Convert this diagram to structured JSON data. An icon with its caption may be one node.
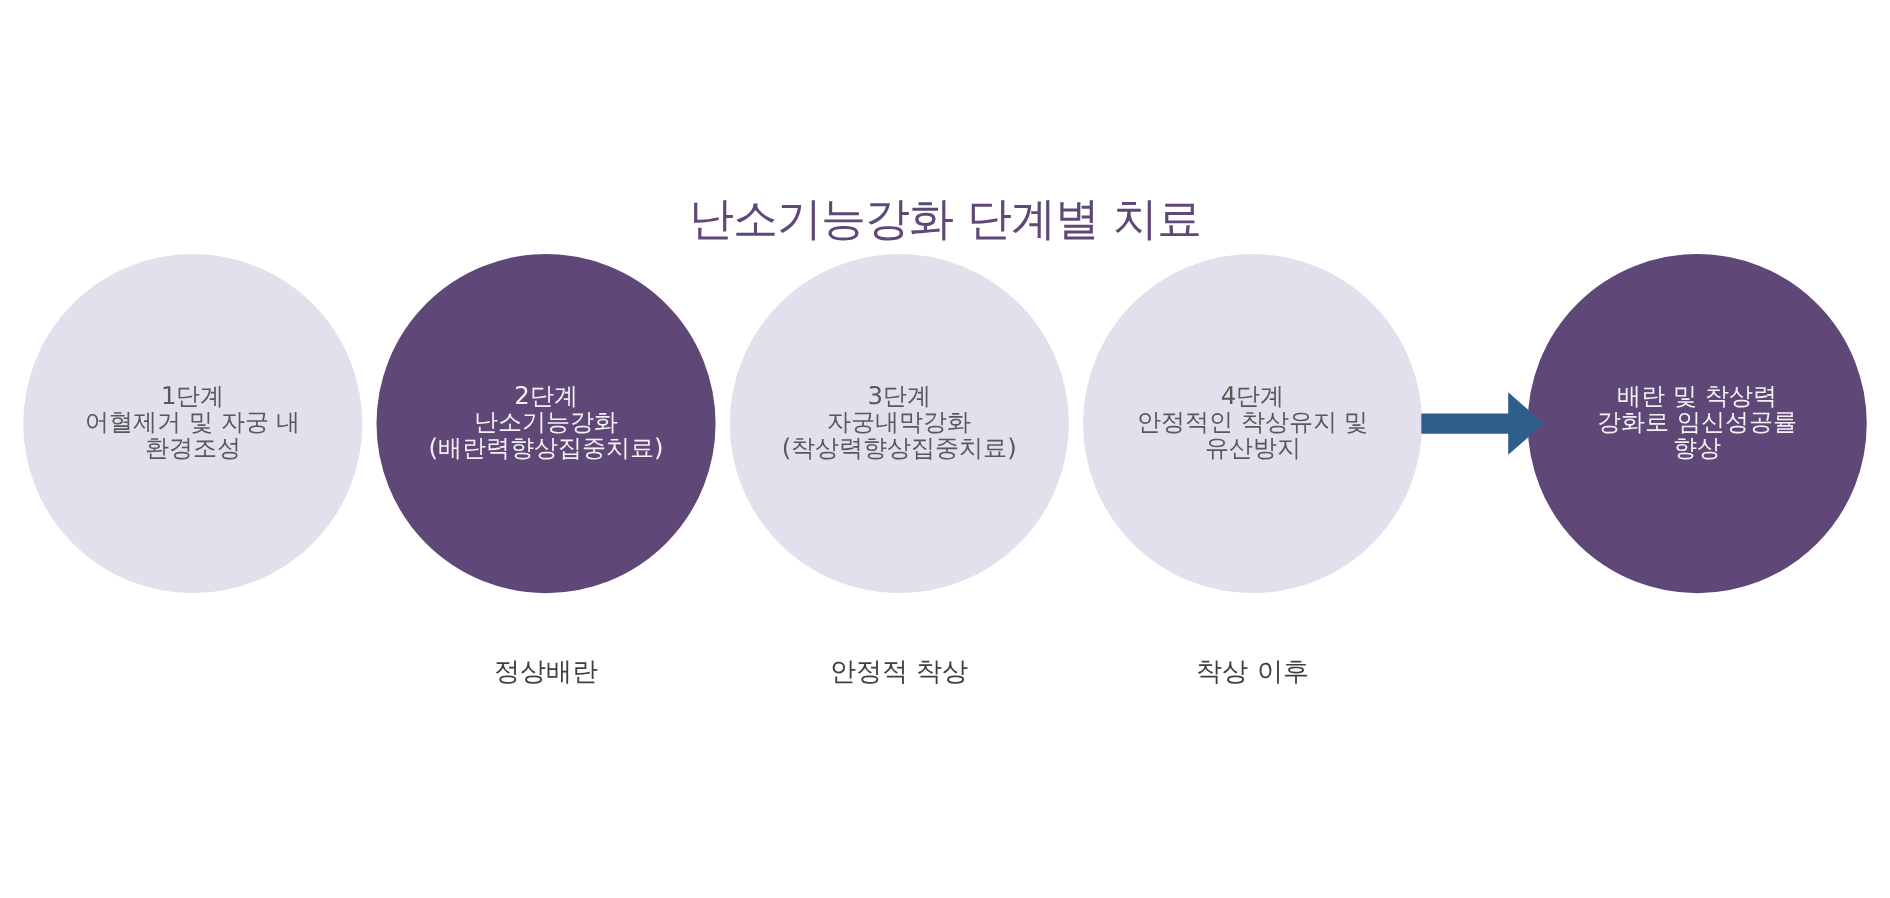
{
  "diagram": {
    "title": "난소기능강화 단계별 치료",
    "nodes": [
      {
        "text": [
          "1단계",
          "어혈제거 및 자궁 내 환경조성"
        ]
      },
      {
        "text": [
          "2단계",
          "난소기능강화",
          "(배란력향상집중치료)"
        ]
      },
      {
        "text": [
          "3단계",
          "자궁내막강화",
          "(착상력향상집중치료)"
        ]
      },
      {
        "text": [
          "4단계",
          "안정적인 착상유지 및 유산방지"
        ]
      },
      {
        "text": [
          "배란 및 착상력 강화로 임신성공률 향상"
        ]
      }
    ],
    "edges": [
      {
        "from": 3,
        "to": 4,
        "arrow": "to"
      }
    ],
    "labels": [
      "정상배란",
      "안정적 착상",
      "착상 이후"
    ]
  }
}
